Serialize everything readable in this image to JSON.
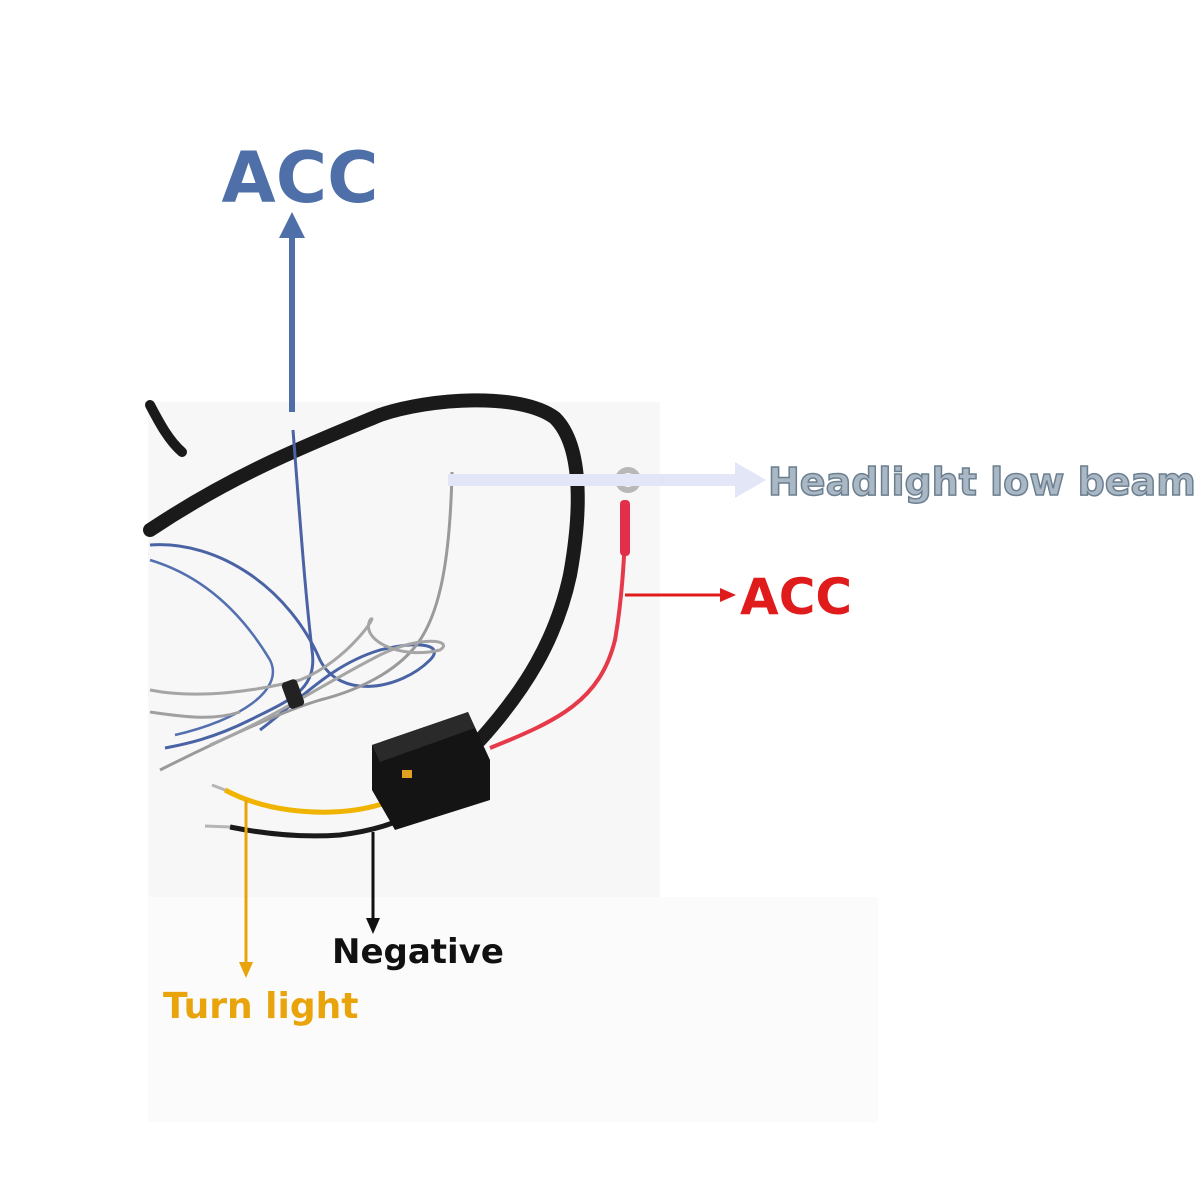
{
  "labels": {
    "acc_top": "ACC",
    "headlight": "Headlight low beam",
    "acc_red": "ACC",
    "negative": "Negative",
    "turn_light": "Turn light"
  },
  "colors": {
    "acc_blue": "#4f6fa8",
    "headlight_text": "#8fa2b0",
    "headlight_arrow": "#e3e6f6",
    "acc_red": "#e01b1b",
    "negative": "#111111",
    "turn_light": "#e8a40a",
    "main_cable": "#1a1a1a",
    "blue_wire": "#4a63a4",
    "grey_wire": "#9a9a9a",
    "yellow_wire": "#f0b400",
    "red_wire": "#e63a4a"
  }
}
